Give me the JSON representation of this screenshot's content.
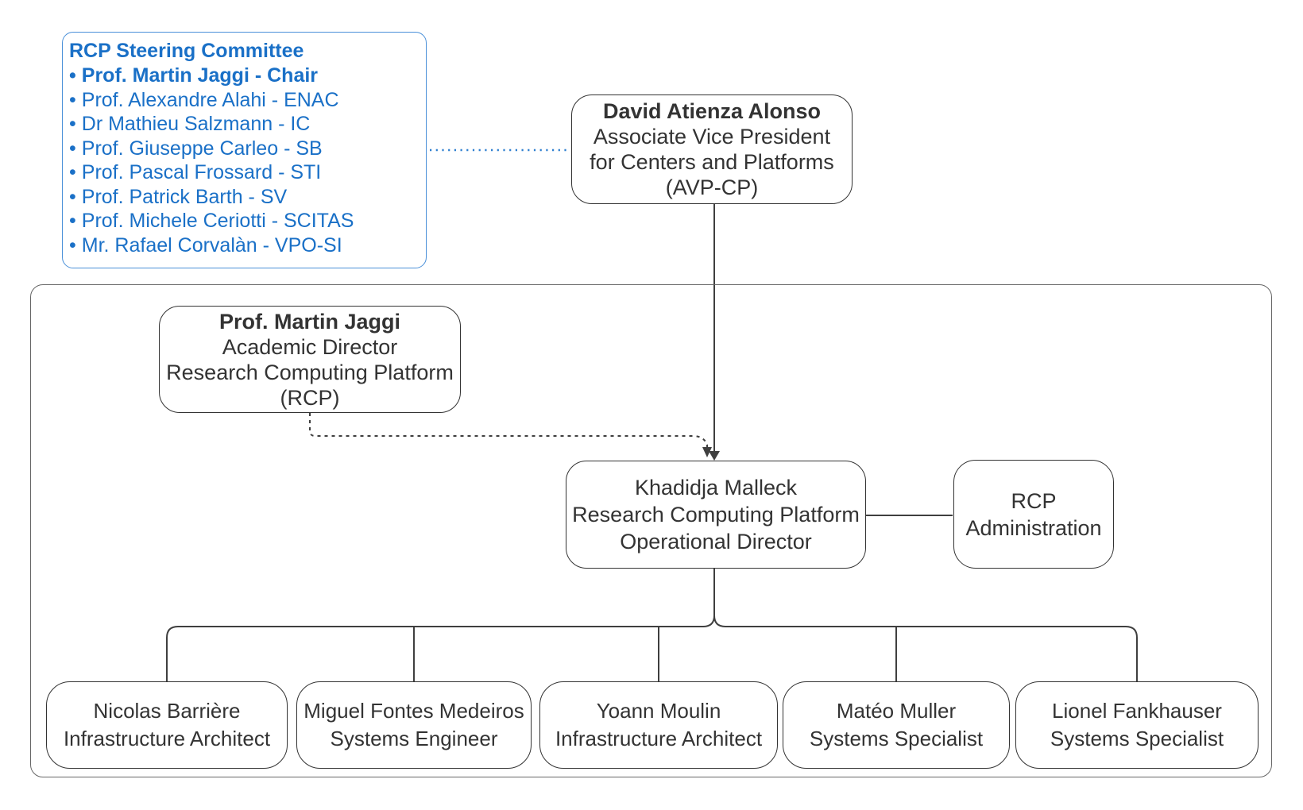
{
  "steering_committee": {
    "title": "RCP Steering Committee",
    "bullet": "•",
    "members": [
      {
        "label": "Prof. Martin Jaggi - Chair"
      },
      {
        "label": "Prof. Alexandre Alahi - ENAC"
      },
      {
        "label": "Dr Mathieu Salzmann - IC"
      },
      {
        "label": "Prof. Giuseppe Carleo - SB"
      },
      {
        "label": "Prof. Pascal Frossard - STI"
      },
      {
        "label": "Prof. Patrick Barth - SV"
      },
      {
        "label": "Prof. Michele Ceriotti - SCITAS"
      },
      {
        "label": "Mr. Rafael Corvalàn - VPO-SI"
      }
    ]
  },
  "avp": {
    "name": "David Atienza Alonso",
    "line1": "Associate Vice President",
    "line2": "for Centers and Platforms",
    "line3": "(AVP-CP)"
  },
  "academic_director": {
    "name": "Prof. Martin Jaggi",
    "line1": "Academic Director",
    "line2": "Research Computing Platform",
    "line3": "(RCP)"
  },
  "operational_director": {
    "line1": "Khadidja Malleck",
    "line2": "Research Computing Platform",
    "line3": "Operational Director"
  },
  "administration": {
    "line1": "RCP",
    "line2": "Administration"
  },
  "team": [
    {
      "name": "Nicolas Barrière",
      "role": "Infrastructure Architect"
    },
    {
      "name": "Miguel Fontes Medeiros",
      "role": "Systems Engineer"
    },
    {
      "name": "Yoann Moulin",
      "role": "Infrastructure Architect"
    },
    {
      "name": "Matéo Muller",
      "role": "Systems Specialist"
    },
    {
      "name": "Lionel Fankhauser",
      "role": "Systems Specialist"
    }
  ],
  "colors": {
    "committee_blue": "#1a70c7",
    "committee_border_blue": "#4a90d9",
    "node_border": "#333333",
    "container_border": "#666666",
    "connector": "#3f3f3f"
  }
}
